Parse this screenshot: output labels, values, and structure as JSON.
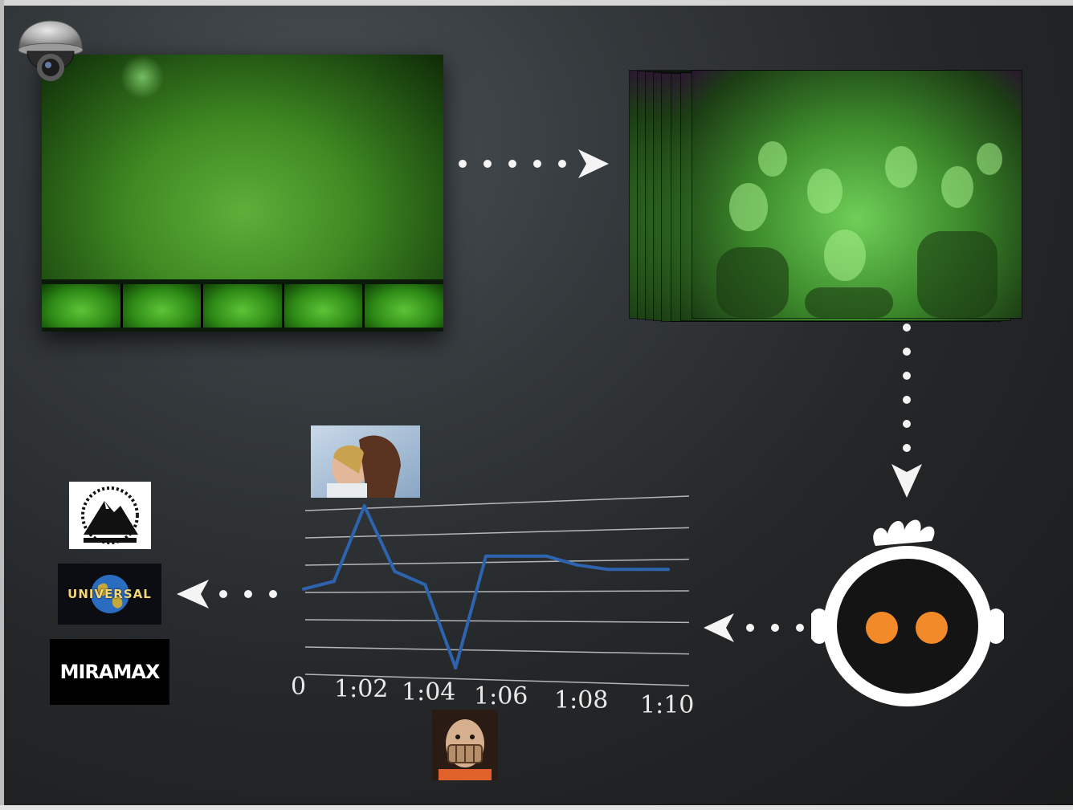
{
  "surveillance_feed": {
    "icon": "security-camera-icon",
    "thumbnail_count": 5
  },
  "audience_frames": {
    "stack_count": 8
  },
  "analyzer": {
    "icon": "robot-face-icon",
    "eye_color": "#f28a2a"
  },
  "studios": [
    {
      "name": "Paramount",
      "icon": "paramount-logo"
    },
    {
      "name": "UNIVERSAL",
      "icon": "universal-logo"
    },
    {
      "name": "MIRAMAX",
      "icon": "miramax-logo"
    }
  ],
  "colors": {
    "background": "#2a2d2f",
    "arrow": "#f4f4f4",
    "night_vision_green": "#4aa82e",
    "chart_line": "#2e63b0",
    "grid_line": "#d8d8d8"
  },
  "chart_data": {
    "type": "line",
    "x_tick_labels": [
      "0",
      "1:02",
      "1:04",
      "1:06",
      "1:08",
      "1:10"
    ],
    "x": [
      0,
      0.5,
      1,
      1.5,
      2,
      2.5,
      3,
      3.5,
      4,
      4.5,
      5,
      5.5,
      6
    ],
    "y": [
      2.4,
      2.75,
      6.2,
      3.2,
      2.6,
      -1.2,
      3.9,
      3.9,
      3.9,
      3.5,
      3.3,
      3.3,
      3.3
    ],
    "ylim": [
      -1.5,
      6.5
    ],
    "gridlines": 7,
    "annotations": [
      {
        "label": "peak",
        "icon": "romance-kiss-thumbnail",
        "at": "top"
      },
      {
        "label": "trough",
        "icon": "horror-mask-thumbnail",
        "at": "bottom"
      }
    ]
  }
}
